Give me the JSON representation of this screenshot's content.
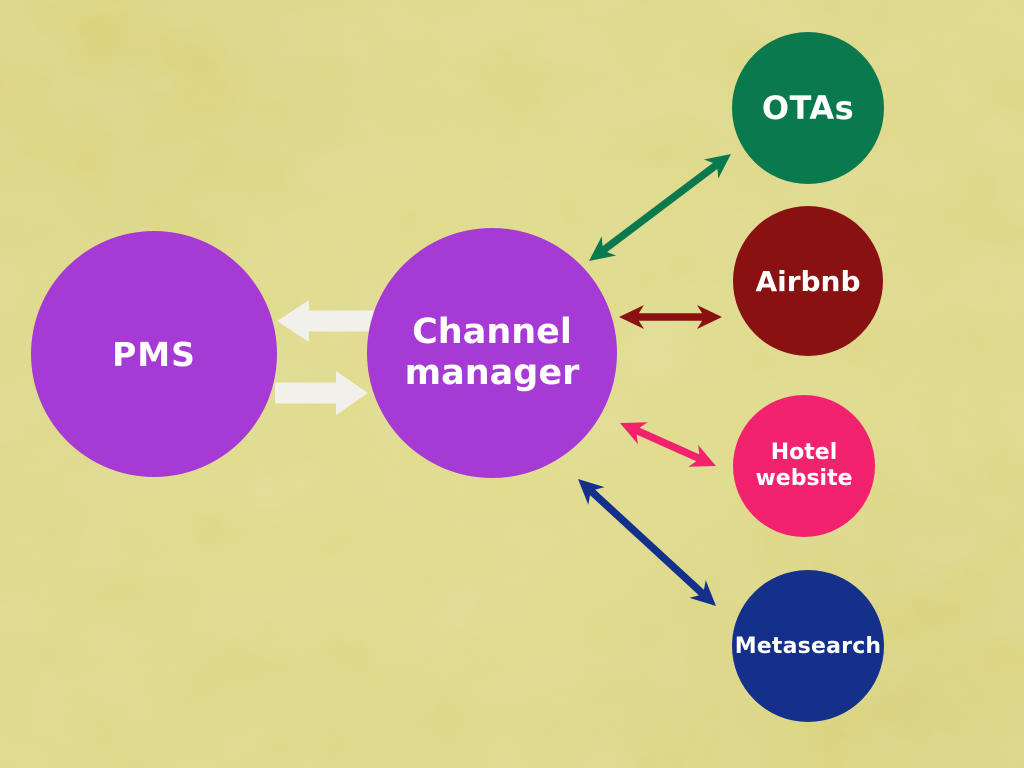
{
  "canvas": {
    "background_color": "#ded988",
    "texture_color": "#c7c06e"
  },
  "diagram": {
    "nodes": [
      {
        "id": "pms",
        "label": "PMS",
        "fill": "#a63ad5",
        "text_color": "#ffffff"
      },
      {
        "id": "channel-manager",
        "label": "Channel manager",
        "fill": "#a63ad5",
        "text_color": "#ffffff"
      },
      {
        "id": "otas",
        "label": "OTAs",
        "fill": "#0a7a4e",
        "text_color": "#ffffff"
      },
      {
        "id": "airbnb",
        "label": "Airbnb",
        "fill": "#8a1111",
        "text_color": "#ffffff"
      },
      {
        "id": "hotel-website",
        "label": "Hotel website",
        "fill": "#f3226e",
        "text_color": "#ffffff"
      },
      {
        "id": "metasearch",
        "label": "Metasearch",
        "fill": "#14308a",
        "text_color": "#ffffff"
      }
    ],
    "connectors": [
      {
        "id": "cm-to-pms",
        "from": "channel-manager",
        "to": "pms",
        "type": "block-arrow",
        "direction": "left",
        "color": "#f1f0eb"
      },
      {
        "id": "pms-to-cm",
        "from": "pms",
        "to": "channel-manager",
        "type": "block-arrow",
        "direction": "right",
        "color": "#f1f0eb"
      },
      {
        "id": "cm-otas",
        "from": "channel-manager",
        "to": "otas",
        "type": "double-arrow",
        "direction": "bidirectional",
        "color": "#0a7a4e"
      },
      {
        "id": "cm-airbnb",
        "from": "channel-manager",
        "to": "airbnb",
        "type": "double-arrow",
        "direction": "bidirectional",
        "color": "#8a1111"
      },
      {
        "id": "cm-hotel-website",
        "from": "channel-manager",
        "to": "hotel-website",
        "type": "double-arrow",
        "direction": "bidirectional",
        "color": "#f3226e"
      },
      {
        "id": "cm-metasearch",
        "from": "channel-manager",
        "to": "metasearch",
        "type": "double-arrow",
        "direction": "bidirectional",
        "color": "#14308a"
      }
    ]
  }
}
